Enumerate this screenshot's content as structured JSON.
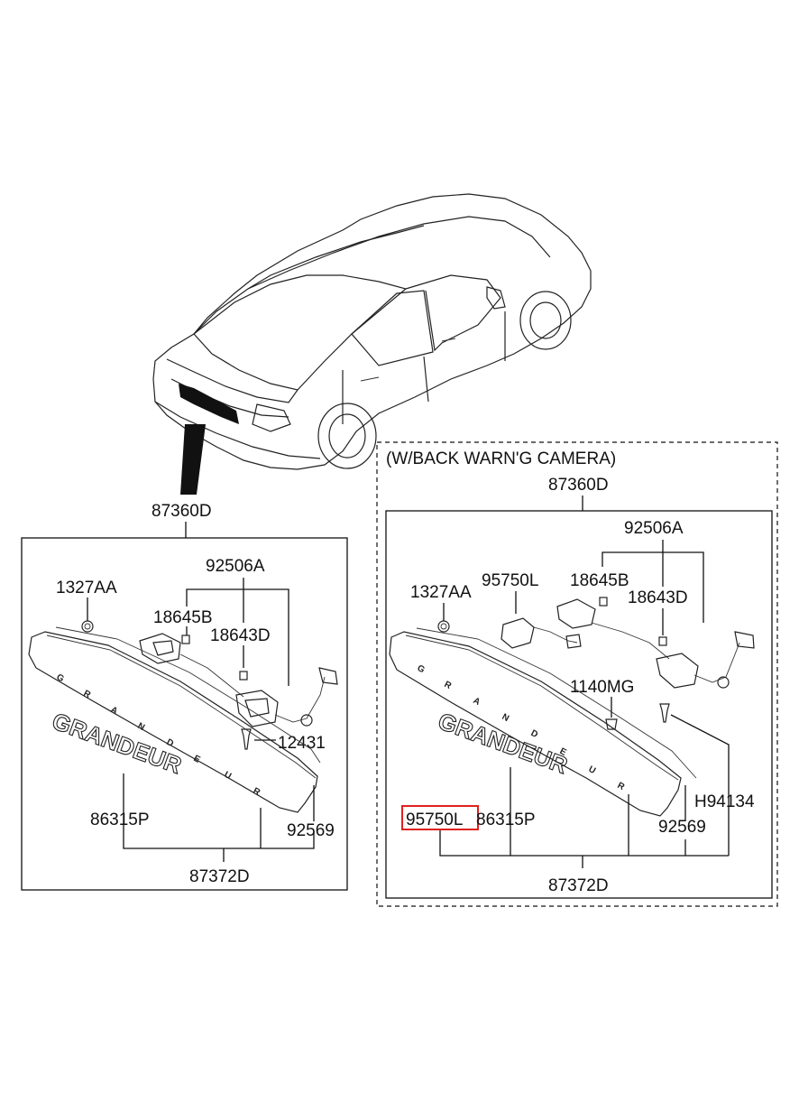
{
  "diagram": {
    "car_callout": "87360D",
    "left_panel": {
      "labels": {
        "assembly": "87360D",
        "p1327": "1327AA",
        "p92506": "92506A",
        "p18645": "18645B",
        "p18643": "18643D",
        "p12431": "12431",
        "p86315": "86315P",
        "p92569": "92569",
        "p87372": "87372D"
      }
    },
    "right_panel": {
      "header": "(W/BACK WARN'G CAMERA)",
      "labels": {
        "assembly": "87360D",
        "p92506": "92506A",
        "p95750_top": "95750L",
        "p18645": "18645B",
        "p1327": "1327AA",
        "p18643": "18643D",
        "p1140": "1140MG",
        "p94134": "H94134",
        "p95750_hl": "95750L",
        "p86315": "86315P",
        "p92569": "92569",
        "p87372": "87372D"
      }
    },
    "emblem_text": "GRANDEUR",
    "strip_letters": [
      "G",
      "R",
      "A",
      "N",
      "D",
      "E",
      "U",
      "R"
    ],
    "highlight_color": "#e02020"
  }
}
